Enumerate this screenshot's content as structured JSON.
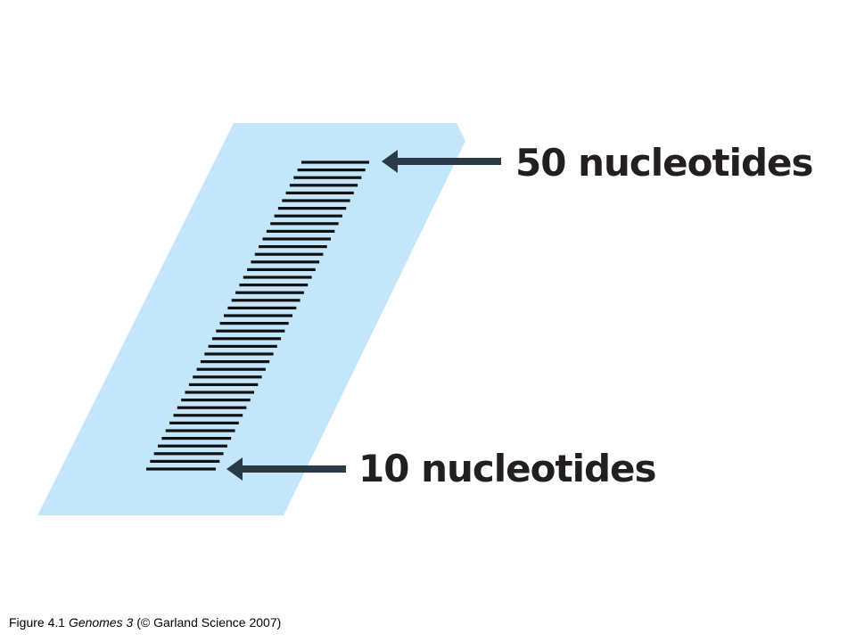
{
  "diagram": {
    "gel_color": "#c4e6fa",
    "band_color": "#111111",
    "arrow_color": "#2b3a47",
    "band_count": 41,
    "labels": {
      "top": "50 nucleotides",
      "bottom": "10 nucleotides"
    }
  },
  "caption": {
    "prefix": "Figure 4.1  ",
    "book": "Genomes 3",
    "suffix": " (© Garland Science 2007)"
  }
}
